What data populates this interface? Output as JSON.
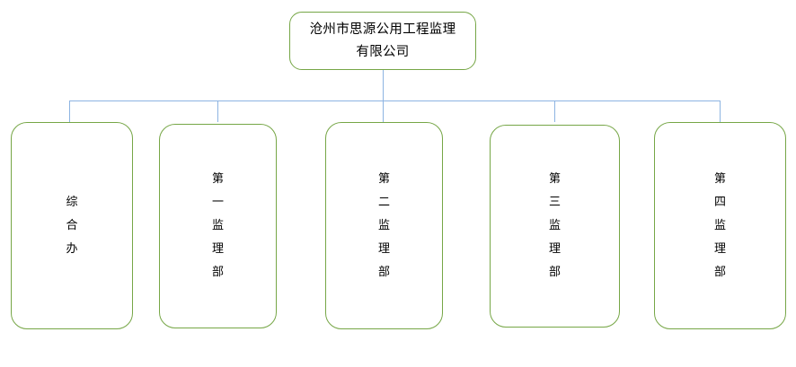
{
  "diagram": {
    "type": "organization-chart",
    "title_text": "沧州市思源公用工程监理有限公司",
    "colors": {
      "node_border": "#76A646",
      "connector": "#8DB4E2",
      "node_fill": "#FFFFFF",
      "text": "#000000",
      "background": "#FFFFFF"
    },
    "root": {
      "label": "沧州市思源公用工程监理\n有限公司",
      "orientation": "horizontal"
    },
    "children": [
      {
        "id": "general-office",
        "label": "综\n合\n办",
        "orientation": "vertical"
      },
      {
        "id": "first-supervision-dept",
        "label": "第\n一\n监\n理\n部",
        "orientation": "vertical"
      },
      {
        "id": "second-supervision-dept",
        "label": "第\n二\n监\n理\n部",
        "orientation": "vertical"
      },
      {
        "id": "third-supervision-dept",
        "label": "第\n三\n监\n理\n部",
        "orientation": "vertical"
      },
      {
        "id": "fourth-supervision-dept",
        "label": "第\n四\n监\n理\n部",
        "orientation": "vertical"
      }
    ]
  }
}
